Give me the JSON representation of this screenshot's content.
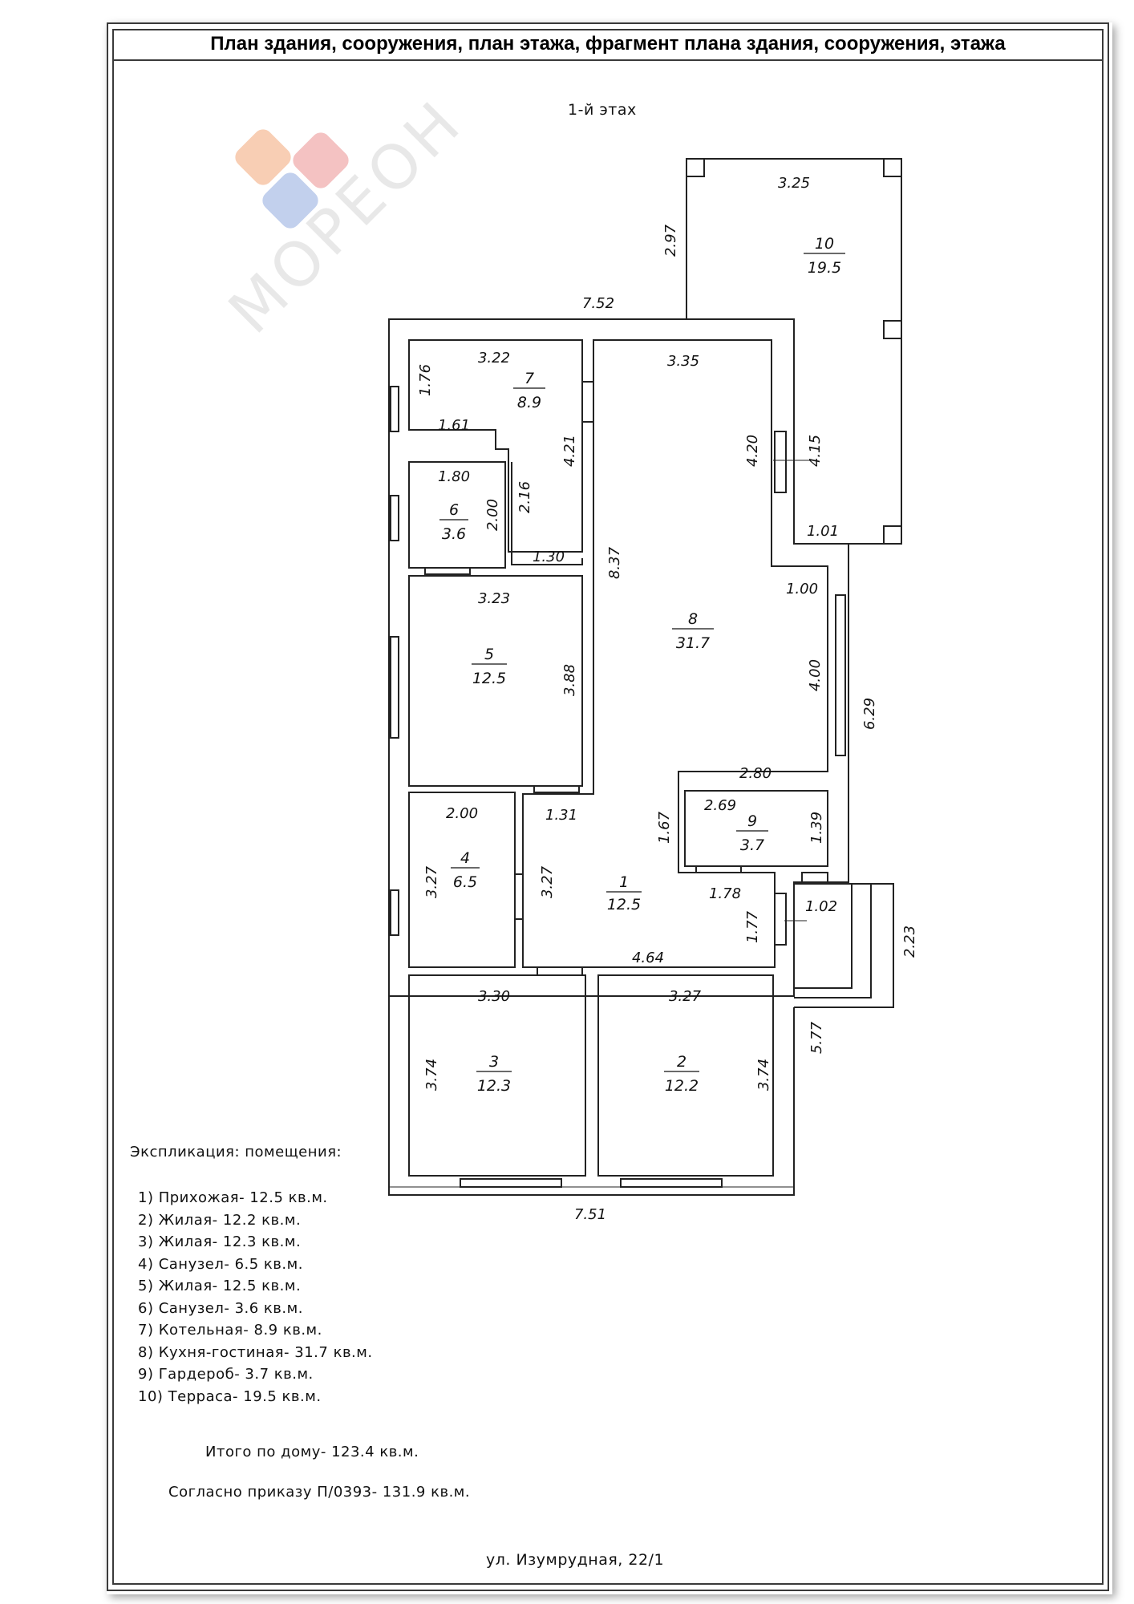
{
  "header": {
    "title": "План здания, сооружения, план этажа, фрагмент плана здания, сооружения, этажа"
  },
  "floor_label": "1-й этах",
  "watermark": {
    "text": "МОРЕОН",
    "colors": [
      "#f7c6a8",
      "#f3b8b8",
      "#b8c8ea"
    ]
  },
  "rooms": [
    {
      "num": "1",
      "area": "12.5"
    },
    {
      "num": "2",
      "area": "12.2"
    },
    {
      "num": "3",
      "area": "12.3"
    },
    {
      "num": "4",
      "area": "6.5"
    },
    {
      "num": "5",
      "area": "12.5"
    },
    {
      "num": "6",
      "area": "3.6"
    },
    {
      "num": "7",
      "area": "8.9"
    },
    {
      "num": "8",
      "area": "31.7"
    },
    {
      "num": "9",
      "area": "3.7"
    },
    {
      "num": "10",
      "area": "19.5"
    }
  ],
  "dimensions": {
    "terrace_w": "3.25",
    "terrace_h": "2.97",
    "top_overall": "7.52",
    "r7_w": "3.22",
    "r7_h": "1.76",
    "r7_step": "1.61",
    "r7_side": "4.21",
    "r6_w": "1.80",
    "r6_h": "2.00",
    "corridor_h": "2.16",
    "corridor_w": "1.30",
    "r8_w": "3.35",
    "r8_h": "4.20",
    "r8_left": "8.37",
    "r8_step": "1.00",
    "r8_right": "4.00",
    "terrace_side": "4.15",
    "terrace_bottom": "1.01",
    "right_overall": "6.29",
    "r5_w": "3.23",
    "r5_h": "3.88",
    "r9_top": "2.80",
    "r9_w": "2.69",
    "r9_h": "1.39",
    "r9_left": "1.67",
    "r4_w": "2.00",
    "r4_h": "3.27",
    "r1_left": "3.27",
    "r1_step": "1.31",
    "r1_right_w": "1.78",
    "r1_right_h": "1.77",
    "porch_w": "1.02",
    "porch_h": "2.23",
    "r1_bottom": "4.64",
    "r3_w": "3.30",
    "r3_h": "3.74",
    "r2_w": "3.27",
    "r2_h": "3.74",
    "right_lower": "5.77",
    "bottom_overall": "7.51"
  },
  "explication": {
    "title": "Экспликация: помещения:",
    "items": [
      "1) Прихожая- 12.5 кв.м.",
      "2) Жилая- 12.2 кв.м.",
      "3) Жилая- 12.3 кв.м.",
      "4) Санузел- 6.5 кв.м.",
      "5) Жилая- 12.5 кв.м.",
      "6) Санузел- 3.6 кв.м.",
      "7) Котельная- 8.9 кв.м.",
      "8) Кухня-гостиная- 31.7 кв.м.",
      "9) Гардероб- 3.7 кв.м.",
      "10) Терраса- 19.5 кв.м."
    ],
    "total": "Итого по дому- 123.4 кв.м.",
    "order": "Согласно приказу П/0393- 131.9 кв.м."
  },
  "address": "ул. Изумрудная, 22/1"
}
